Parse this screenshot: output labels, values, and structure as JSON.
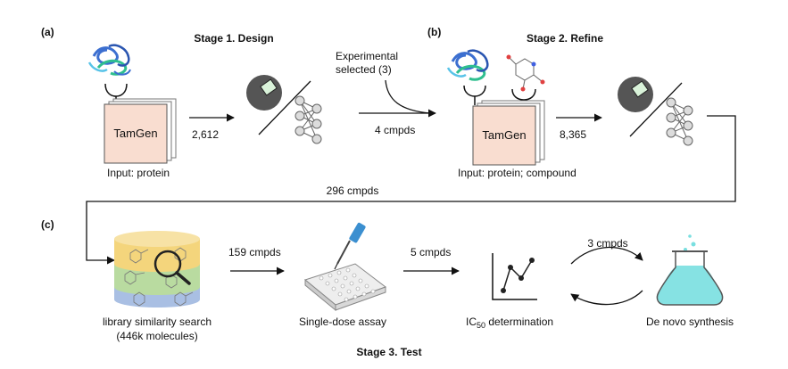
{
  "panels": {
    "a": "(a)",
    "b": "(b)",
    "c": "(c)"
  },
  "stages": {
    "design": "Stage 1. Design",
    "refine": "Stage 2. Refine",
    "test": "Stage 3. Test"
  },
  "model_name": "TamGen",
  "inputs": {
    "stage1": "Input: protein",
    "stage2": "Input: protein; compound"
  },
  "counts": {
    "design_generated": "2,612",
    "design_selected": "4 cmpds",
    "experimental_line1": "Experimental",
    "experimental_line2": "selected (3)",
    "refine_generated": "8,365",
    "refine_selected": "296 cmpds",
    "library_hits": "159 cmpds",
    "assay_hits": "5 cmpds",
    "synthesis_cmpds": "3 cmpds"
  },
  "steps": {
    "library_line1": "library similarity search",
    "library_line2": "(446k molecules)",
    "single_dose": "Single-dose assay",
    "ic50_prefix": "IC",
    "ic50_sub": "50",
    "ic50_suffix": " determination",
    "denovo": "De novo synthesis"
  },
  "colors": {
    "tamgen_fill": "#f9ddd0",
    "tamgen_stroke": "#555555",
    "filter_fill": "#555555",
    "filter_inner": "#d9f2d9",
    "node_fill": "#dcdcdc",
    "layer_yellow": "#f4d57c",
    "layer_green": "#b9dba0",
    "layer_blue": "#a9bfe3",
    "flask_liquid": "#79dfe0",
    "protein_blue": "#3c6fd0",
    "protein_green": "#2fbf8f"
  },
  "icons": [
    "protein-structure-icon",
    "molecule-icon",
    "filter-icon",
    "neural-network-icon",
    "database-icon",
    "magnifier-icon",
    "pipette-icon",
    "well-plate-icon",
    "ic50-chart-icon",
    "flask-icon"
  ]
}
